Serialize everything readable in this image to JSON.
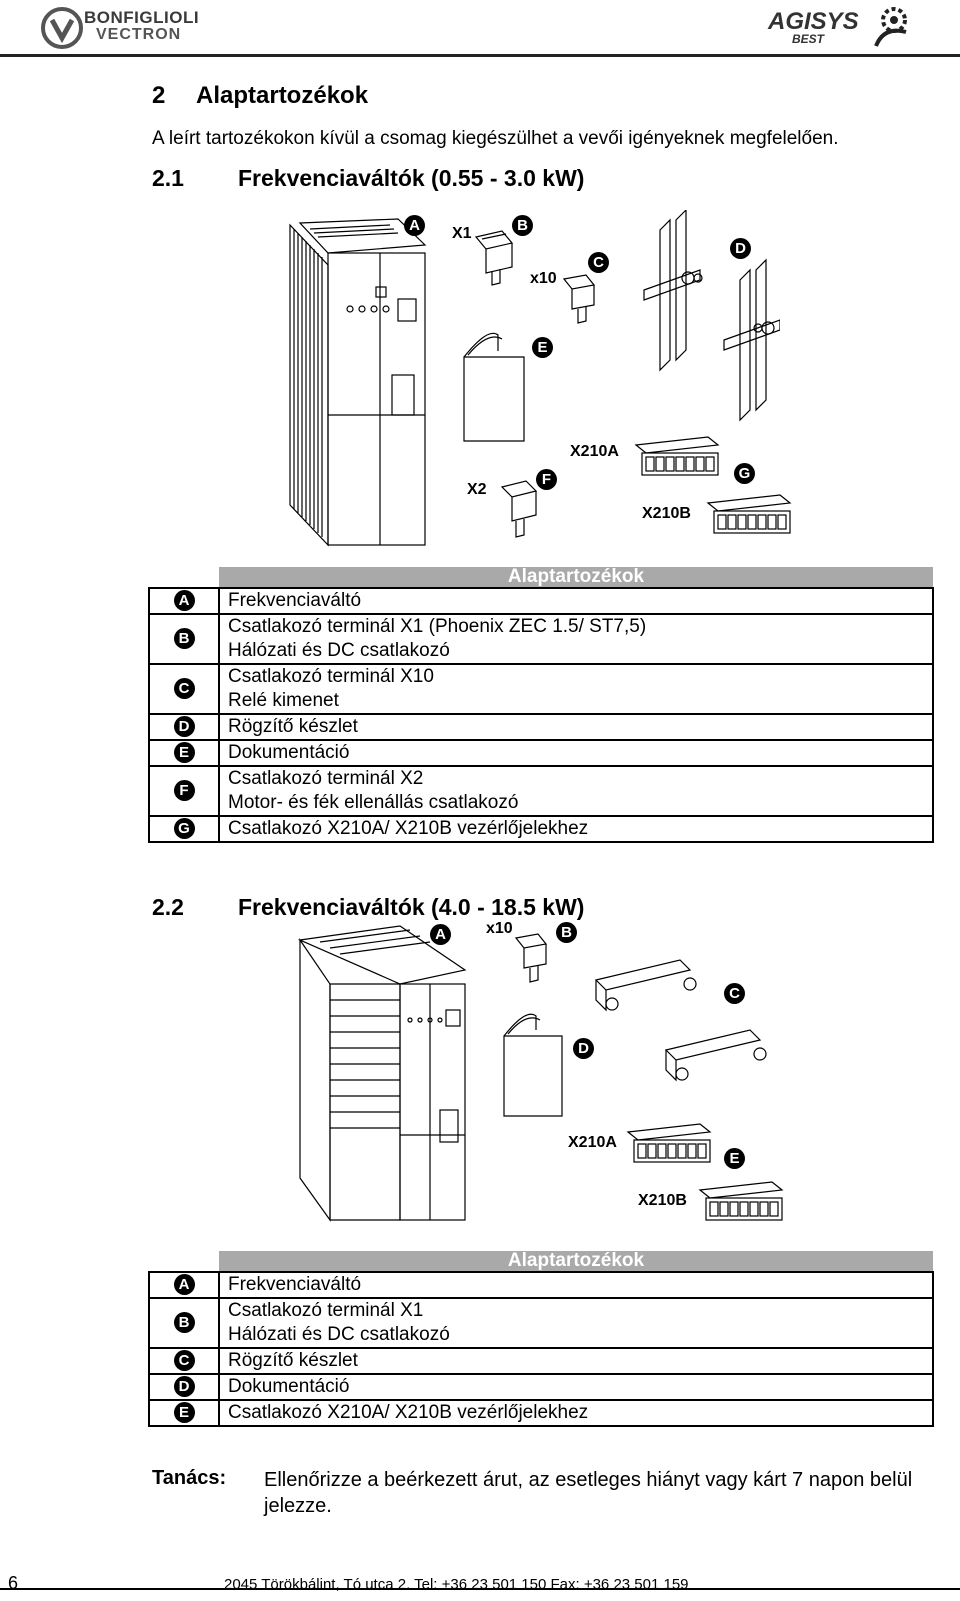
{
  "header": {
    "logo_left_line1": "BONFIGLIOLI",
    "logo_left_line2": "VECTRON",
    "logo_right": "AGISYS",
    "logo_right_sub": "BEST"
  },
  "section": {
    "number": "2",
    "title": "Alaptartozékok"
  },
  "intro": "A leírt tartozékokon kívül a csomag kiegészülhet a vevői igényeknek megfelelően.",
  "sub1": {
    "number": "2.1",
    "title": "Frekvenciaváltók (0.55 - 3.0 kW)",
    "figure_labels": {
      "x1": "X1",
      "x10": "x10",
      "x2": "X2",
      "x210a": "X210A",
      "x210b": "X210B",
      "a": "A",
      "b": "B",
      "c": "C",
      "d": "D",
      "e": "E",
      "f": "F",
      "g": "G"
    },
    "table_header": "Alaptartozékok",
    "rows": [
      {
        "letter": "A",
        "line1": "Frekvenciaváltó",
        "line2": ""
      },
      {
        "letter": "B",
        "line1": "Csatlakozó terminál X1 (Phoenix ZEC 1.5/ ST7,5)",
        "line2": "Hálózati és DC csatlakozó"
      },
      {
        "letter": "C",
        "line1": "Csatlakozó terminál X10",
        "line2": "Relé kimenet"
      },
      {
        "letter": "D",
        "line1": "Rögzítő készlet",
        "line2": ""
      },
      {
        "letter": "E",
        "line1": "Dokumentáció",
        "line2": ""
      },
      {
        "letter": "F",
        "line1": "Csatlakozó terminál X2",
        "line2": "Motor- és fék ellenállás csatlakozó"
      },
      {
        "letter": "G",
        "line1": "Csatlakozó X210A/ X210B vezérlőjelekhez",
        "line2": ""
      }
    ]
  },
  "sub2": {
    "number": "2.2",
    "title": "Frekvenciaváltók (4.0 - 18.5 kW)",
    "figure_labels": {
      "x10": "x10",
      "x210a": "X210A",
      "x210b": "X210B",
      "a": "A",
      "b": "B",
      "c": "C",
      "d": "D",
      "e": "E"
    },
    "table_header": "Alaptartozékok",
    "rows": [
      {
        "letter": "A",
        "line1": "Frekvenciaváltó",
        "line2": ""
      },
      {
        "letter": "B",
        "line1": "Csatlakozó terminál X1",
        "line2": "Hálózati és DC csatlakozó"
      },
      {
        "letter": "C",
        "line1": "Rögzítő készlet",
        "line2": ""
      },
      {
        "letter": "D",
        "line1": "Dokumentáció",
        "line2": ""
      },
      {
        "letter": "E",
        "line1": "Csatlakozó X210A/ X210B vezérlőjelekhez",
        "line2": ""
      }
    ]
  },
  "tip": {
    "label": "Tanács:",
    "text": "Ellenőrizze a beérkezett árut, az esetleges hiányt vagy kárt 7 napon belül jelezze."
  },
  "footer": {
    "page": "6",
    "address": "2045 Törökbálint, Tó utca 2. Tel: +36 23 501 150 Fax: +36 23 501 159"
  }
}
